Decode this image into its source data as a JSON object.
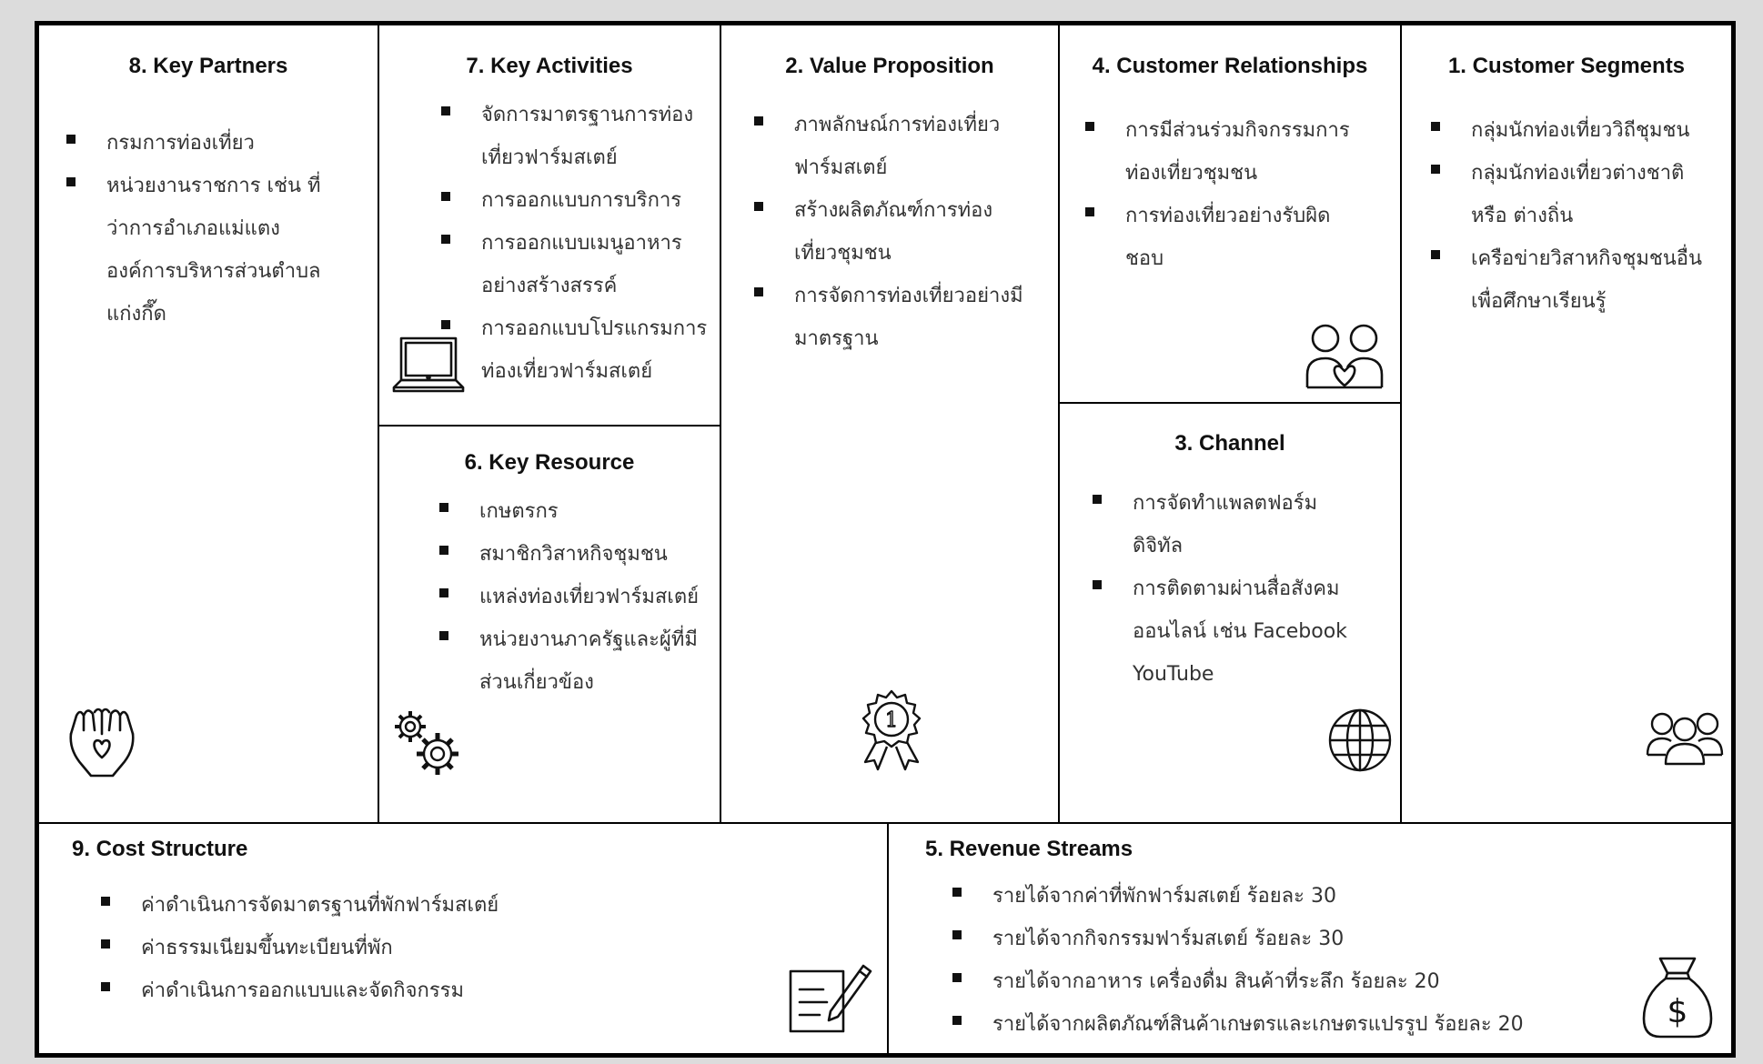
{
  "key_partners": {
    "title": "8. Key Partners",
    "items": [
      "กรมการท่องเที่ยว",
      "หน่วยงานราชการ เช่น ที่ว่าการอำเภอแม่แตง องค์การบริหารส่วนตำบลแก่งกึ๊ด"
    ],
    "icon": "caring-hands-heart-icon"
  },
  "key_activities": {
    "title": "7. Key Activities",
    "items": [
      "จัดการมาตรฐานการท่องเที่ยวฟาร์มสเตย์",
      "การออกแบบการบริการ",
      "การออกแบบเมนูอาหารอย่างสร้างสรรค์",
      "การออกแบบโปรแกรมการท่องเที่ยวฟาร์มสเตย์"
    ],
    "icon": "laptop-icon"
  },
  "key_resource": {
    "title": "6. Key Resource",
    "items": [
      "เกษตรกร",
      "สมาชิกวิสาหกิจชุมชน",
      "แหล่งท่องเที่ยวฟาร์มสเตย์",
      "หน่วยงานภาครัฐและผู้ที่มีส่วนเกี่ยวข้อง"
    ],
    "icon": "gears-icon"
  },
  "value_proposition": {
    "title": "2. Value Proposition",
    "items": [
      "ภาพลักษณ์การท่องเที่ยวฟาร์มสเตย์",
      "สร้างผลิตภัณฑ์การท่องเที่ยวชุมชน",
      "การจัดการท่องเที่ยวอย่างมีมาตรฐาน"
    ],
    "icon": "award-ribbon-icon",
    "icon_text": "1"
  },
  "customer_relationships": {
    "title": "4. Customer Relationships",
    "items": [
      "การมีส่วนร่วมกิจกรรมการท่องเที่ยวชุมชน",
      "การท่องเที่ยวอย่างรับผิดชอบ"
    ],
    "icon": "couple-heart-icon"
  },
  "channel": {
    "title": "3. Channel",
    "items": [
      "การจัดทำแพลตฟอร์มดิจิทัล",
      "การติดตามผ่านสื่อสังคมออนไลน์ เช่น Facebook YouTube"
    ],
    "icon": "globe-icon"
  },
  "customer_segments": {
    "title": "1. Customer Segments",
    "items": [
      "กลุ่มนักท่องเที่ยววิถีชุมชน",
      "กลุ่มนักท่องเที่ยวต่างชาติหรือ ต่างถิ่น",
      "เครือข่ายวิสาหกิจชุมชนอื่นเพื่อศึกษาเรียนรู้"
    ],
    "icon": "group-people-icon"
  },
  "cost_structure": {
    "title": "9. Cost Structure",
    "items": [
      "ค่าดำเนินการจัดมาตรฐานที่พักฟาร์มสเตย์",
      "ค่าธรรมเนียมขึ้นทะเบียนที่พัก",
      "ค่าดำเนินการออกแบบและจัดกิจกรรม"
    ],
    "icon": "document-pen-icon"
  },
  "revenue_streams": {
    "title": "5. Revenue Streams",
    "items": [
      "รายได้จากค่าที่พักฟาร์มสเตย์ ร้อยละ 30",
      "รายได้จากกิจกรรมฟาร์มสเตย์ ร้อยละ 30",
      "รายได้จากอาหาร เครื่องดื่ม สินค้าที่ระลึก ร้อยละ 20",
      "รายได้จากผลิตภัณฑ์สินค้าเกษตรและเกษตรแปรรูป ร้อยละ 20"
    ],
    "icon": "money-bag-icon",
    "icon_text": "$"
  }
}
